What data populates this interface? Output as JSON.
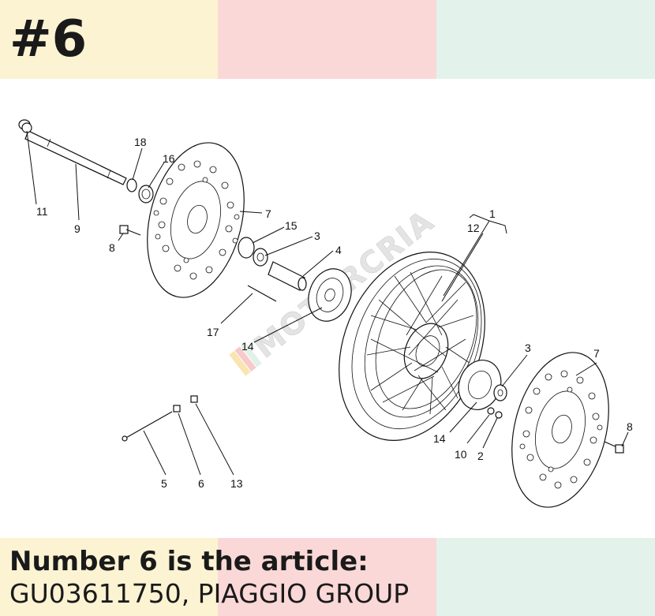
{
  "header": {
    "number": "#6"
  },
  "caption": {
    "line1": "Number 6 is the article:",
    "line2": "GU03611750, PIAGGIO GROUP"
  },
  "diagram": {
    "watermark": "MOTORCRIA",
    "labels": {
      "l1": "1",
      "l12": "12",
      "l11": "11",
      "l9": "9",
      "l18": "18",
      "l16": "16",
      "l8a": "8",
      "l7a": "7",
      "l15": "15",
      "l3a": "3",
      "l4": "4",
      "l17": "17",
      "l14a": "14",
      "l3b": "3",
      "l7b": "7",
      "l14b": "14",
      "l10": "10",
      "l2": "2",
      "l8b": "8",
      "l5": "5",
      "l6": "6",
      "l13": "13"
    }
  },
  "colors": {
    "band_yellow": "#fcf3d3",
    "band_pink": "#fbd8d8",
    "band_green": "#e3f3ec",
    "text": "#1a1a1a"
  }
}
